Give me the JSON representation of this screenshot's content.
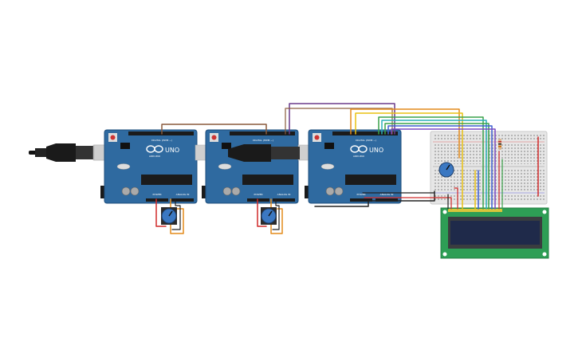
{
  "boards": [
    {
      "id": "arduino-1",
      "brand": "ARDUINO",
      "model": "UNO",
      "digital_label": "DIGITAL (PWM ~)",
      "power_label": "POWER",
      "analog_label": "ANALOG IN"
    },
    {
      "id": "arduino-2",
      "brand": "ARDUINO",
      "model": "UNO",
      "digital_label": "DIGITAL (PWM ~)",
      "power_label": "POWER",
      "analog_label": "ANALOG IN"
    },
    {
      "id": "arduino-3",
      "brand": "ARDUINO",
      "model": "UNO",
      "digital_label": "DIGITAL (PWM ~)",
      "power_label": "POWER",
      "analog_label": "ANALOG IN"
    }
  ],
  "colors": {
    "board": "#2f6aa0",
    "board_edge": "#1f4f7d",
    "breadboard": "#e6e6e6",
    "lcd_pcb": "#2e9e55",
    "lcd_screen": "#1f2a4a",
    "pot": "#3b78c2",
    "wire_purple": "#6a3a8c",
    "wire_brown": "#8a5a3b",
    "wire_orange": "#e38a1a",
    "wire_yellow": "#e8c010",
    "wire_green": "#3aa24a",
    "wire_cyan": "#2ab0b8",
    "wire_blue": "#3f5fd0",
    "wire_violet": "#7a4ac0",
    "wire_red": "#d12a2a",
    "wire_black": "#222222"
  },
  "icons": {
    "usb": "usb-cable-icon",
    "pot": "potentiometer-icon",
    "resistor": "resistor-icon"
  }
}
